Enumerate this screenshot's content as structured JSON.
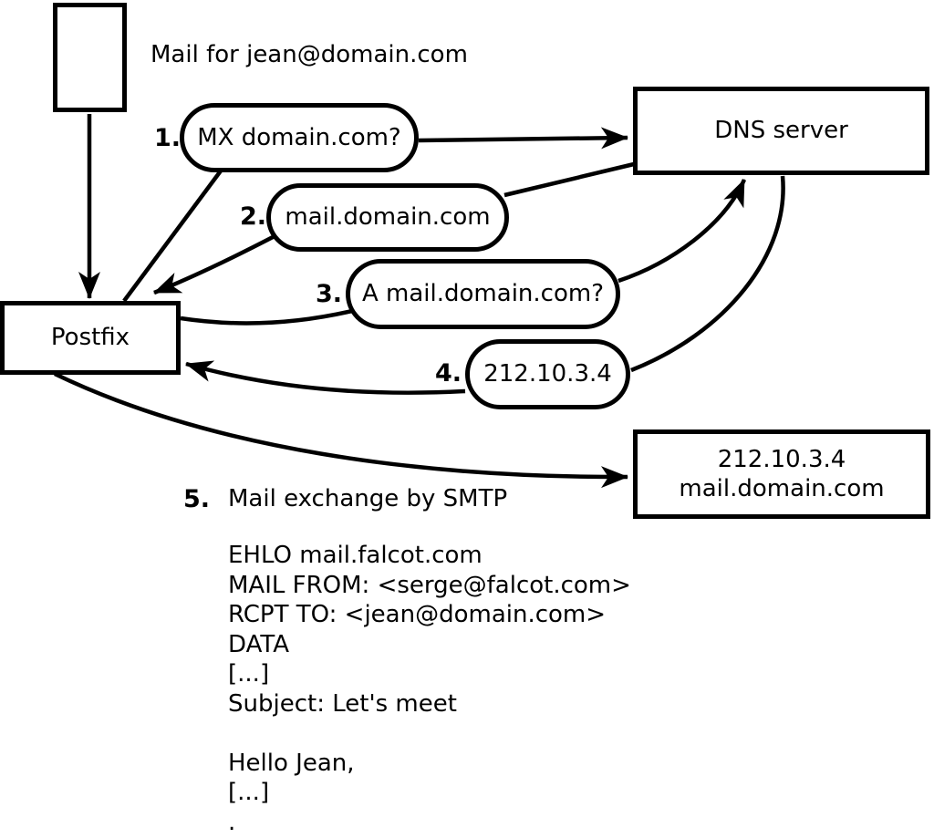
{
  "colors": {
    "ink": "#000000",
    "background": "#ffffff"
  },
  "annotation": {
    "mail_label": "Mail for jean@domain.com"
  },
  "nodes": {
    "postfix": {
      "label": "Postfix"
    },
    "dns_server": {
      "label": "DNS server"
    },
    "mail_server": {
      "line1": "212.10.3.4",
      "line2": "mail.domain.com"
    }
  },
  "steps": [
    {
      "num": "1.",
      "label": "MX domain.com?"
    },
    {
      "num": "2.",
      "label": "mail.domain.com"
    },
    {
      "num": "3.",
      "label": "A mail.domain.com?"
    },
    {
      "num": "4.",
      "label": "212.10.3.4"
    },
    {
      "num": "5.",
      "label": "Mail exchange by SMTP"
    }
  ],
  "smtp_session": [
    "EHLO mail.falcot.com",
    "MAIL FROM: <serge@falcot.com>",
    "RCPT TO: <jean@domain.com>",
    "DATA",
    "[...]",
    "Subject: Let's meet",
    "",
    "Hello Jean,",
    "[...]",
    "."
  ]
}
